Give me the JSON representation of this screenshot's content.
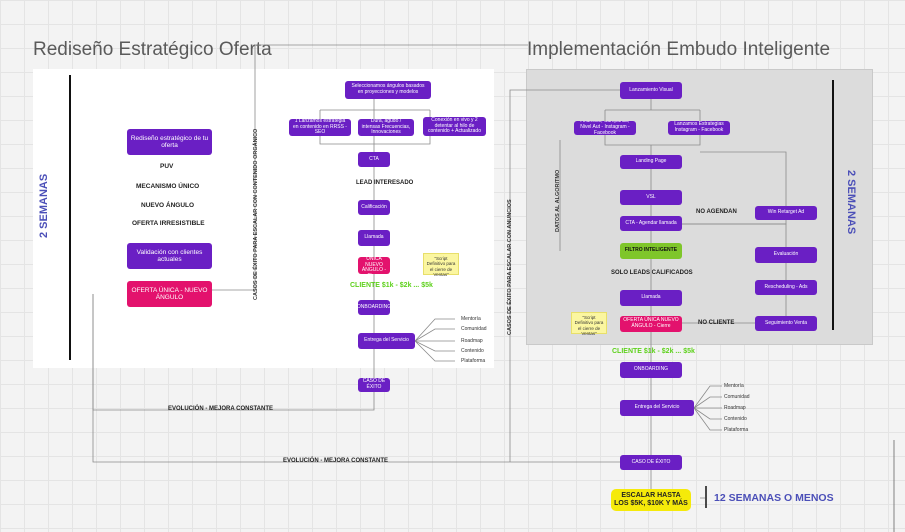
{
  "left": {
    "title": "Rediseño Estratégico Oferta",
    "weeks": "2 SEMANAS",
    "redesign_box": "Rediseño estratégico de tu oferta",
    "items": [
      "PUV",
      "MECANISMO ÚNICO",
      "NUEVO ÁNGULO",
      "OFERTA IRRESISTIBLE"
    ],
    "validation_box": "Validación con clientes actuales",
    "offer_box": "OFERTA ÚNICA - NUEVO ÁNGULO",
    "side_text": "CASOS DE ÉXITO PARA ESCALAR CON CONTENIDO ORGÁNICO",
    "evolution": "EVOLUCIÓN - MEJORA CONSTANTE",
    "flow": {
      "top": "Seleccionamos ángulos basados en proyecciones y modelos",
      "opt1": "1 Lanzamos estrategia en contenido en RRSS - SEO",
      "opt2": "Dura, agudo / intensas Frecuencias, Innovaciones",
      "opt3": "Conexión en vivo y 2 detentar al hilo de contenido + Actualizado",
      "cta": "CTA",
      "lead": "LEAD INTERESADO",
      "calificacion": "Calificación",
      "llamada": "Llamada",
      "oferta": "OFERTA ÚNICA NUEVO ÁNGULO - Cierre",
      "note": "\"Script Definitivo para el cierre de Ventas\"",
      "cliente": "CLIENTE $1k - $2k ... $5k",
      "onboarding": "ONBOARDING",
      "entrega": "Entrega del Servicio",
      "deliverables": [
        "Mentoría",
        "Comunidad",
        "Roadmap",
        "Contenido",
        "Plataforma"
      ],
      "caso": "CASO DE ÉXITO"
    }
  },
  "right": {
    "title": "Implementación Embudo Inteligente",
    "weeks": "2 SEMANAS",
    "side_text": "CASOS DE ÉXITO PARA ESCALAR CON ANUNCIOS",
    "algo_text": "DATOS AL ALGORITMO",
    "evolution": "EVOLUCIÓN - MEJORA CONSTANTE",
    "flow": {
      "top": "Lanzamiento Visual",
      "opt1": "Anuncios, Campañas, Nivel Aut - Instagram - Facebook",
      "opt2": "Lanzamos Estrategias Instagram - Facebook",
      "landing": "Landing Page",
      "vsl": "VSL",
      "cta": "CTA - Agendar llamada",
      "no_agendan": "NO AGENDAN",
      "retarget": "Win Retarget Ad",
      "filtro": "FILTRO INTELIGENTE",
      "solo": "SOLO LEADS CALIFICADOS",
      "llamada": "Llamada",
      "oferta": "OFERTA ÚNICA NUEVO ÁNGULO - Cierre",
      "note": "\"Script Definitivo para el cierre de Ventas\"",
      "no_cliente": "NO CLIENTE",
      "evaluacion": "Evaluación",
      "scheduling": "Rescheduling - Ads",
      "seguimiento": "Seguimiento Venta",
      "cliente": "CLIENTE $1k - $2k ... $5k",
      "onboarding": "ONBOARDING",
      "entrega": "Entrega del Servicio",
      "deliverables": [
        "Mentoría",
        "Comunidad",
        "Roadmap",
        "Contenido",
        "Plataforma"
      ],
      "caso": "CASO DE ÉXITO",
      "escalar": "ESCALAR HASTA LOS $5K, $10K Y MÁS",
      "final": "12 SEMANAS O MENOS"
    }
  }
}
